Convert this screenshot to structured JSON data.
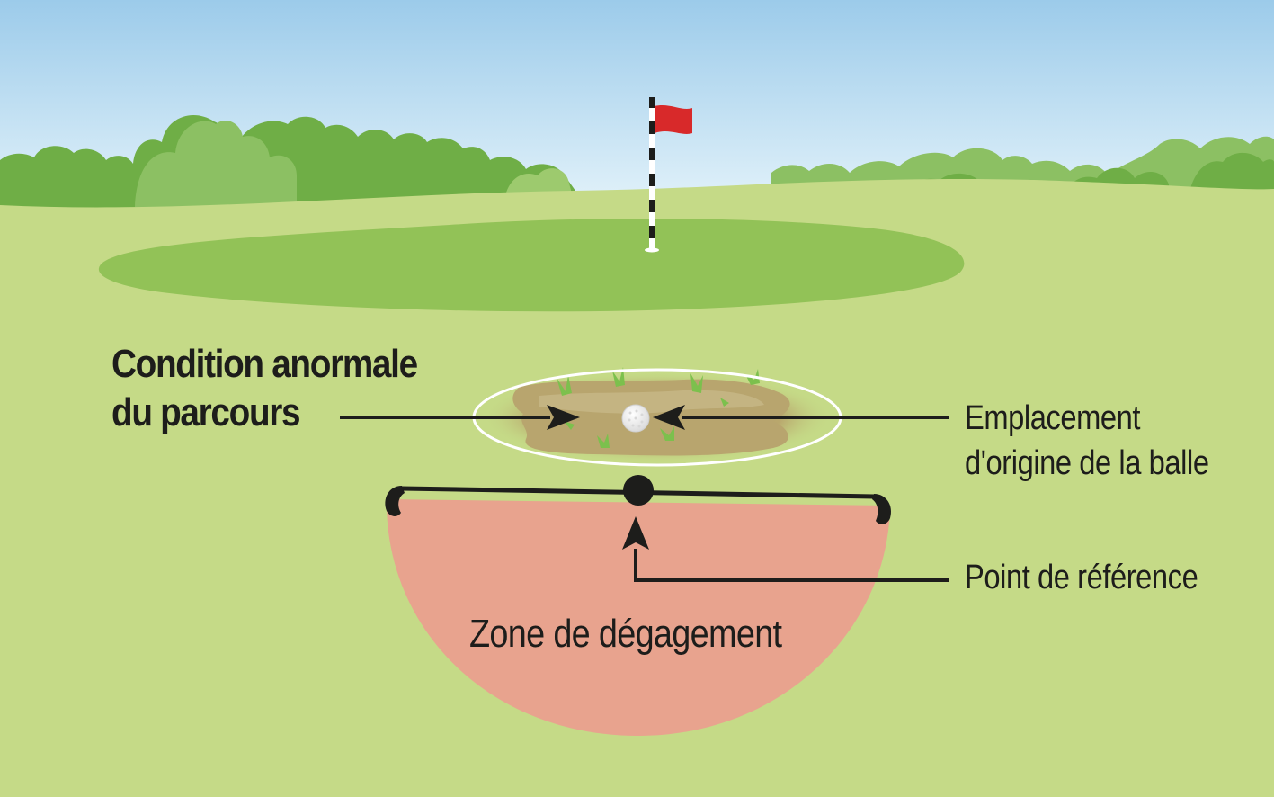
{
  "labels": {
    "condition": [
      "Condition anormale",
      "du parcours"
    ],
    "ball_origin": [
      "Emplacement",
      "d'origine de la balle"
    ],
    "reference_point": "Point de référence",
    "relief_zone": "Zone de dégagement"
  },
  "colors": {
    "sky_top": "#9ccbea",
    "sky_bottom": "#dff0f9",
    "fairway": "#c5da87",
    "green": "#92c257",
    "trees_dark": "#6fae46",
    "trees_light": "#8cc063",
    "flag": "#d8292a",
    "relief_zone": "#e8a38e",
    "soil": "#b7a56a",
    "arrow": "#1d1d1b",
    "ball": "#ffffff"
  }
}
